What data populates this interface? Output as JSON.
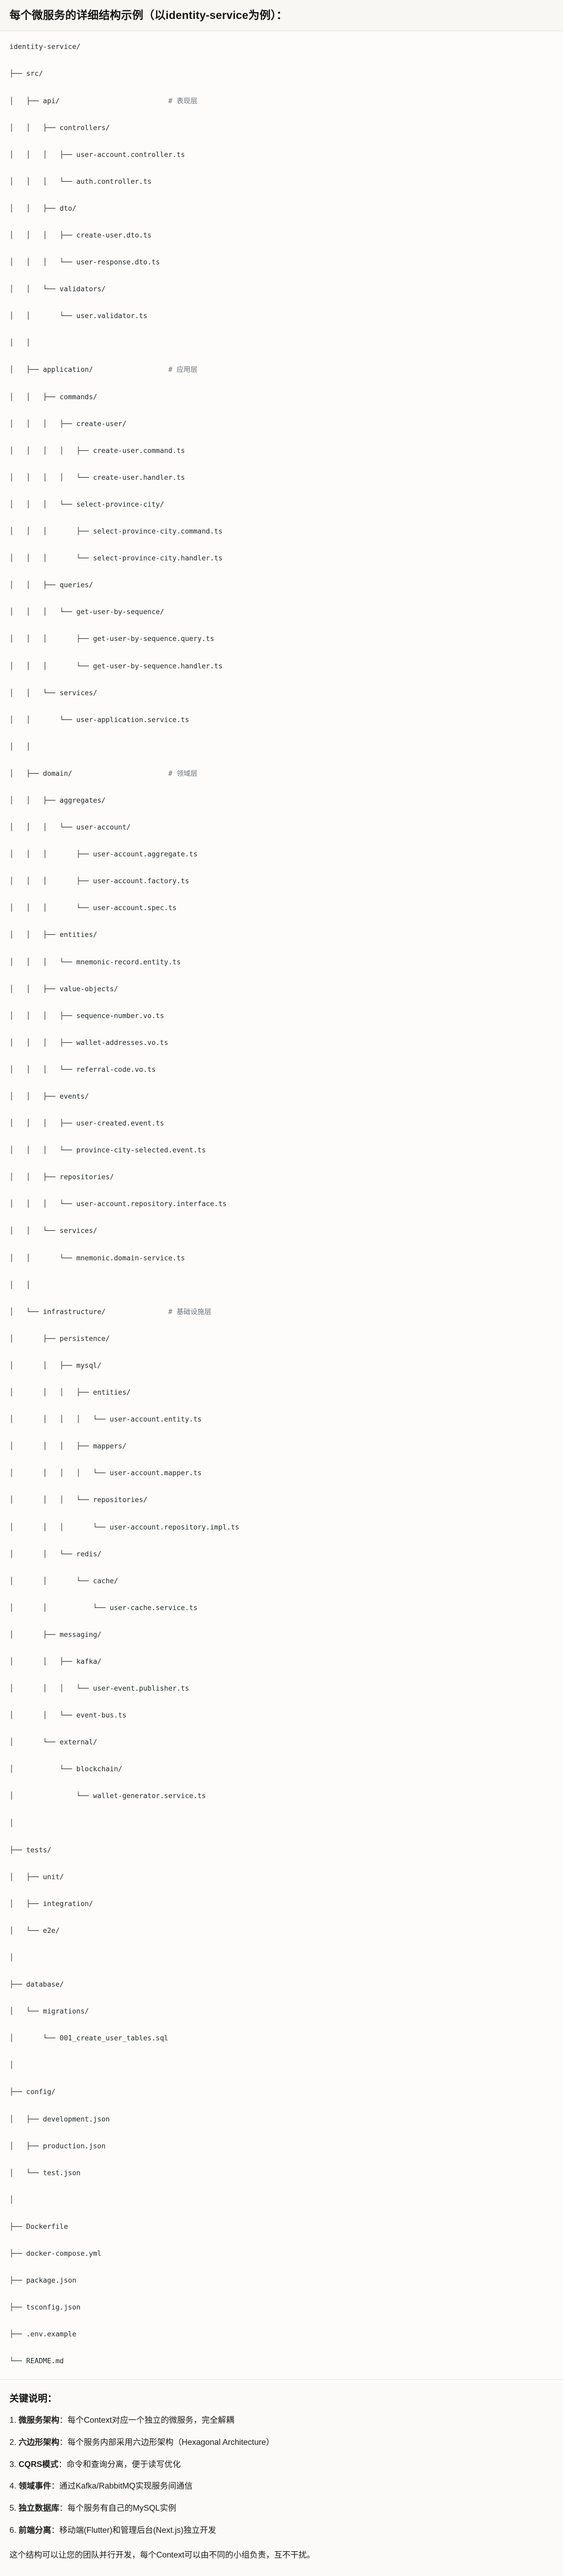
{
  "header": {
    "title": "每个微服务的详细结构示例（以identity-service为例）："
  },
  "tree": {
    "root": "identity-service/",
    "lines": [
      {
        "prefix": "",
        "name": "identity-service/",
        "comment": ""
      },
      {
        "prefix": "├── ",
        "name": "src/",
        "comment": ""
      },
      {
        "prefix": "│   ├── ",
        "name": "api/",
        "comment": "# 表现层"
      },
      {
        "prefix": "│   │   ├── ",
        "name": "controllers/",
        "comment": ""
      },
      {
        "prefix": "│   │   │   ├── ",
        "name": "user-account.controller.ts",
        "comment": ""
      },
      {
        "prefix": "│   │   │   └── ",
        "name": "auth.controller.ts",
        "comment": ""
      },
      {
        "prefix": "│   │   ├── ",
        "name": "dto/",
        "comment": ""
      },
      {
        "prefix": "│   │   │   ├── ",
        "name": "create-user.dto.ts",
        "comment": ""
      },
      {
        "prefix": "│   │   │   └── ",
        "name": "user-response.dto.ts",
        "comment": ""
      },
      {
        "prefix": "│   │   └── ",
        "name": "validators/",
        "comment": ""
      },
      {
        "prefix": "│   │       └── ",
        "name": "user.validator.ts",
        "comment": ""
      },
      {
        "prefix": "│   │",
        "name": "",
        "comment": ""
      },
      {
        "prefix": "│   ├── ",
        "name": "application/",
        "comment": "# 应用层"
      },
      {
        "prefix": "│   │   ├── ",
        "name": "commands/",
        "comment": ""
      },
      {
        "prefix": "│   │   │   ├── ",
        "name": "create-user/",
        "comment": ""
      },
      {
        "prefix": "│   │   │   │   ├── ",
        "name": "create-user.command.ts",
        "comment": ""
      },
      {
        "prefix": "│   │   │   │   └── ",
        "name": "create-user.handler.ts",
        "comment": ""
      },
      {
        "prefix": "│   │   │   └── ",
        "name": "select-province-city/",
        "comment": ""
      },
      {
        "prefix": "│   │   │       ├── ",
        "name": "select-province-city.command.ts",
        "comment": ""
      },
      {
        "prefix": "│   │   │       └── ",
        "name": "select-province-city.handler.ts",
        "comment": ""
      },
      {
        "prefix": "│   │   ├── ",
        "name": "queries/",
        "comment": ""
      },
      {
        "prefix": "│   │   │   └── ",
        "name": "get-user-by-sequence/",
        "comment": ""
      },
      {
        "prefix": "│   │   │       ├── ",
        "name": "get-user-by-sequence.query.ts",
        "comment": ""
      },
      {
        "prefix": "│   │   │       └── ",
        "name": "get-user-by-sequence.handler.ts",
        "comment": ""
      },
      {
        "prefix": "│   │   └── ",
        "name": "services/",
        "comment": ""
      },
      {
        "prefix": "│   │       └── ",
        "name": "user-application.service.ts",
        "comment": ""
      },
      {
        "prefix": "│   │",
        "name": "",
        "comment": ""
      },
      {
        "prefix": "│   ├── ",
        "name": "domain/",
        "comment": "# 领域层"
      },
      {
        "prefix": "│   │   ├── ",
        "name": "aggregates/",
        "comment": ""
      },
      {
        "prefix": "│   │   │   └── ",
        "name": "user-account/",
        "comment": ""
      },
      {
        "prefix": "│   │   │       ├── ",
        "name": "user-account.aggregate.ts",
        "comment": ""
      },
      {
        "prefix": "│   │   │       ├── ",
        "name": "user-account.factory.ts",
        "comment": ""
      },
      {
        "prefix": "│   │   │       └── ",
        "name": "user-account.spec.ts",
        "comment": ""
      },
      {
        "prefix": "│   │   ├── ",
        "name": "entities/",
        "comment": ""
      },
      {
        "prefix": "│   │   │   └── ",
        "name": "mnemonic-record.entity.ts",
        "comment": ""
      },
      {
        "prefix": "│   │   ├── ",
        "name": "value-objects/",
        "comment": ""
      },
      {
        "prefix": "│   │   │   ├── ",
        "name": "sequence-number.vo.ts",
        "comment": ""
      },
      {
        "prefix": "│   │   │   ├── ",
        "name": "wallet-addresses.vo.ts",
        "comment": ""
      },
      {
        "prefix": "│   │   │   └── ",
        "name": "referral-code.vo.ts",
        "comment": ""
      },
      {
        "prefix": "│   │   ├── ",
        "name": "events/",
        "comment": ""
      },
      {
        "prefix": "│   │   │   ├── ",
        "name": "user-created.event.ts",
        "comment": ""
      },
      {
        "prefix": "│   │   │   └── ",
        "name": "province-city-selected.event.ts",
        "comment": ""
      },
      {
        "prefix": "│   │   ├── ",
        "name": "repositories/",
        "comment": ""
      },
      {
        "prefix": "│   │   │   └── ",
        "name": "user-account.repository.interface.ts",
        "comment": ""
      },
      {
        "prefix": "│   │   └── ",
        "name": "services/",
        "comment": ""
      },
      {
        "prefix": "│   │       └── ",
        "name": "mnemonic.domain-service.ts",
        "comment": ""
      },
      {
        "prefix": "│   │",
        "name": "",
        "comment": ""
      },
      {
        "prefix": "│   └── ",
        "name": "infrastructure/",
        "comment": "# 基础设施层"
      },
      {
        "prefix": "│       ├── ",
        "name": "persistence/",
        "comment": ""
      },
      {
        "prefix": "│       │   ├── ",
        "name": "mysql/",
        "comment": ""
      },
      {
        "prefix": "│       │   │   ├── ",
        "name": "entities/",
        "comment": ""
      },
      {
        "prefix": "│       │   │   │   └── ",
        "name": "user-account.entity.ts",
        "comment": ""
      },
      {
        "prefix": "│       │   │   ├── ",
        "name": "mappers/",
        "comment": ""
      },
      {
        "prefix": "│       │   │   │   └── ",
        "name": "user-account.mapper.ts",
        "comment": ""
      },
      {
        "prefix": "│       │   │   └── ",
        "name": "repositories/",
        "comment": ""
      },
      {
        "prefix": "│       │   │       └── ",
        "name": "user-account.repository.impl.ts",
        "comment": ""
      },
      {
        "prefix": "│       │   └── ",
        "name": "redis/",
        "comment": ""
      },
      {
        "prefix": "│       │       └── ",
        "name": "cache/",
        "comment": ""
      },
      {
        "prefix": "│       │           └── ",
        "name": "user-cache.service.ts",
        "comment": ""
      },
      {
        "prefix": "│       ├── ",
        "name": "messaging/",
        "comment": ""
      },
      {
        "prefix": "│       │   ├── ",
        "name": "kafka/",
        "comment": ""
      },
      {
        "prefix": "│       │   │   └── ",
        "name": "user-event.publisher.ts",
        "comment": ""
      },
      {
        "prefix": "│       │   └── ",
        "name": "event-bus.ts",
        "comment": ""
      },
      {
        "prefix": "│       └── ",
        "name": "external/",
        "comment": ""
      },
      {
        "prefix": "│           └── ",
        "name": "blockchain/",
        "comment": ""
      },
      {
        "prefix": "│               └── ",
        "name": "wallet-generator.service.ts",
        "comment": ""
      },
      {
        "prefix": "│",
        "name": "",
        "comment": ""
      },
      {
        "prefix": "├── ",
        "name": "tests/",
        "comment": ""
      },
      {
        "prefix": "│   ├── ",
        "name": "unit/",
        "comment": ""
      },
      {
        "prefix": "│   ├── ",
        "name": "integration/",
        "comment": ""
      },
      {
        "prefix": "│   └── ",
        "name": "e2e/",
        "comment": ""
      },
      {
        "prefix": "│",
        "name": "",
        "comment": ""
      },
      {
        "prefix": "├── ",
        "name": "database/",
        "comment": ""
      },
      {
        "prefix": "│   └── ",
        "name": "migrations/",
        "comment": ""
      },
      {
        "prefix": "│       └── ",
        "name": "001_create_user_tables.sql",
        "comment": ""
      },
      {
        "prefix": "│",
        "name": "",
        "comment": ""
      },
      {
        "prefix": "├── ",
        "name": "config/",
        "comment": ""
      },
      {
        "prefix": "│   ├── ",
        "name": "development.json",
        "comment": ""
      },
      {
        "prefix": "│   ├── ",
        "name": "production.json",
        "comment": ""
      },
      {
        "prefix": "│   └── ",
        "name": "test.json",
        "comment": ""
      },
      {
        "prefix": "│",
        "name": "",
        "comment": ""
      },
      {
        "prefix": "├── ",
        "name": "Dockerfile",
        "comment": ""
      },
      {
        "prefix": "├── ",
        "name": "docker-compose.yml",
        "comment": ""
      },
      {
        "prefix": "├── ",
        "name": "package.json",
        "comment": ""
      },
      {
        "prefix": "├── ",
        "name": "tsconfig.json",
        "comment": ""
      },
      {
        "prefix": "├── ",
        "name": ".env.example",
        "comment": ""
      },
      {
        "prefix": "└── ",
        "name": "README.md",
        "comment": ""
      }
    ]
  },
  "notes": {
    "title": "关键说明：",
    "items": [
      {
        "num": "1.",
        "label": "微服务架构",
        "text": "：每个Context对应一个独立的微服务，完全解耦"
      },
      {
        "num": "2.",
        "label": "六边形架构",
        "text": "：每个服务内部采用六边形架构（Hexagonal Architecture）"
      },
      {
        "num": "3.",
        "label": "CQRS模式",
        "text": "：命令和查询分离，便于读写优化"
      },
      {
        "num": "4.",
        "label": "领域事件",
        "text": "：通过Kafka/RabbitMQ实现服务间通信"
      },
      {
        "num": "5.",
        "label": "独立数据库",
        "text": "：每个服务有自己的MySQL实例"
      },
      {
        "num": "6.",
        "label": "前端分离",
        "text": "：移动端(Flutter)和管理后台(Next.js)独立开发"
      }
    ],
    "footer": "这个结构可以让您的团队并行开发，每个Context可以由不同的小组负责，互不干扰。"
  },
  "colors": {
    "background": "#fbfaf8",
    "code_background": "#fdfcfa",
    "text": "#24292f",
    "comment": "#6a737d",
    "border": "#e2e0da"
  }
}
